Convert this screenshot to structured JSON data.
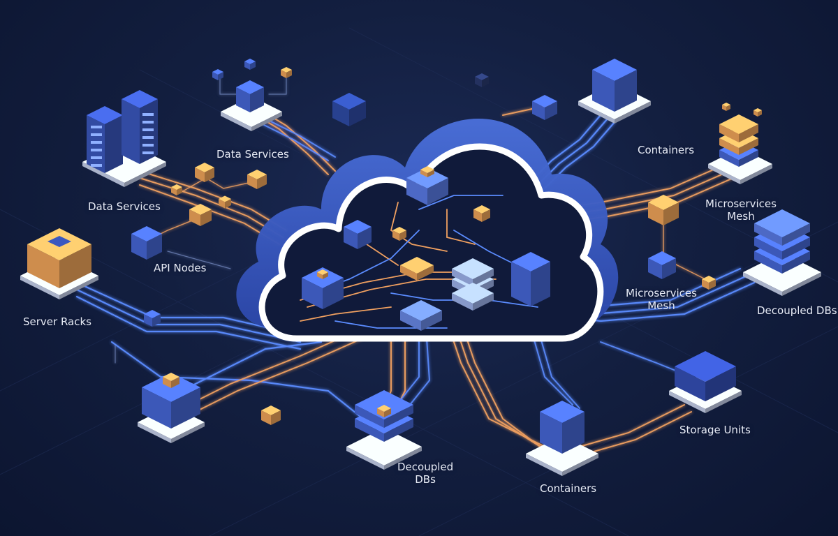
{
  "colors": {
    "background": "#121c3c",
    "cloud": "#3a5cc4",
    "blue_line": "#5b8cff",
    "orange_line": "#f0a060",
    "node_blue": "#4668d8",
    "node_orange": "#f2a65a",
    "label_text": "#e8ecf6"
  },
  "icons": [
    "cloud-icon",
    "server-rack-icon",
    "database-icon",
    "container-icon",
    "cube-icon",
    "storage-unit-icon",
    "mesh-node-icon"
  ],
  "labels": {
    "data_services_top": "Data Services",
    "data_services_left": "Data Services",
    "api_nodes": "API Nodes",
    "server_racks": "Server Racks",
    "containers_top": "Containers",
    "microservices_mesh_right": "Microservices\nMesh",
    "microservices_mesh_mid": "Microservices\nMesh",
    "decoupled_dbs_right": "Decoupled DBs",
    "storage_units": "Storage Units",
    "containers_bottom": "Containers",
    "decoupled_dbs_bottom": "Decoupled\nDBs"
  }
}
